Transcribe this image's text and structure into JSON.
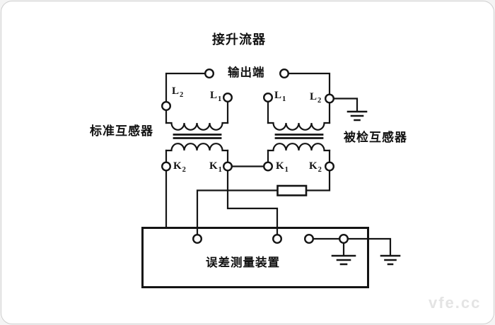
{
  "page": {
    "watermark": "vfe.cc",
    "colors": {
      "background": "#ffffff",
      "line": "#141414",
      "card_border": "#cfcfcf",
      "watermark": "#e4e4e4"
    }
  },
  "labels": {
    "booster": "接升流器",
    "output": "输出端",
    "standard_ct": "标准互感器",
    "tested_ct": "被检互感器",
    "device": "误差测量装置"
  },
  "terminals": {
    "std_l2": {
      "base": "L",
      "sub": "2"
    },
    "std_l1": {
      "base": "L",
      "sub": "1"
    },
    "dut_l1": {
      "base": "L",
      "sub": "1"
    },
    "dut_l2": {
      "base": "L",
      "sub": "2"
    },
    "std_k2": {
      "base": "K",
      "sub": "2"
    },
    "std_k1": {
      "base": "K",
      "sub": "1"
    },
    "dut_k1": {
      "base": "K",
      "sub": "1"
    },
    "dut_k2": {
      "base": "K",
      "sub": "2"
    }
  }
}
